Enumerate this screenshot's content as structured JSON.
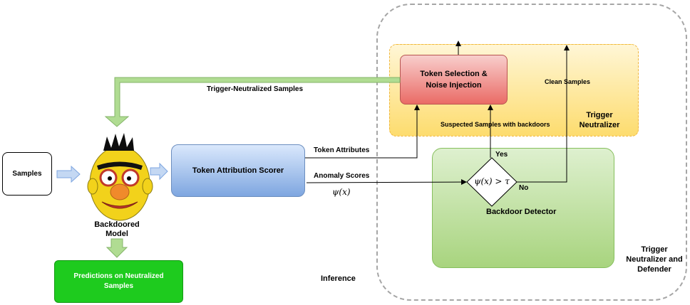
{
  "nodes": {
    "samples": "Samples",
    "backdoored_model": "Backdoored Model",
    "scorer": "Token Attribution Scorer",
    "predictions": "Predictions on Neutralized Samples",
    "token_selection": "Token Selection & Noise Injection",
    "backdoor_detector": "Backdoor Detector",
    "condition": "ψ(x) > τ"
  },
  "regions": {
    "trigger_neutralizer": "Trigger Neutralizer",
    "trigger_neutralizer_defender": "Trigger Neutralizer and Defender",
    "inference": "Inference"
  },
  "edges": {
    "trigger_neutralized": "Trigger-Neutralized Samples",
    "token_attributes": "Token Attributes",
    "anomaly_scores": "Anomaly Scores",
    "anomaly_symbol": "ψ(x)",
    "suspected": "Suspected Samples with backdoors",
    "clean": "Clean Samples",
    "yes": "Yes",
    "no": "No"
  },
  "colors": {
    "neutralizer_fill": "#fde58a",
    "detector_fill": "#c7e5ad",
    "scorer_fill": "#8fb1e3",
    "token_selection_fill": "#ec8585",
    "predictions_fill": "#1ecb1e",
    "arrow_green": "#b0dc92",
    "arrow_blue": "#c4d8f3"
  }
}
